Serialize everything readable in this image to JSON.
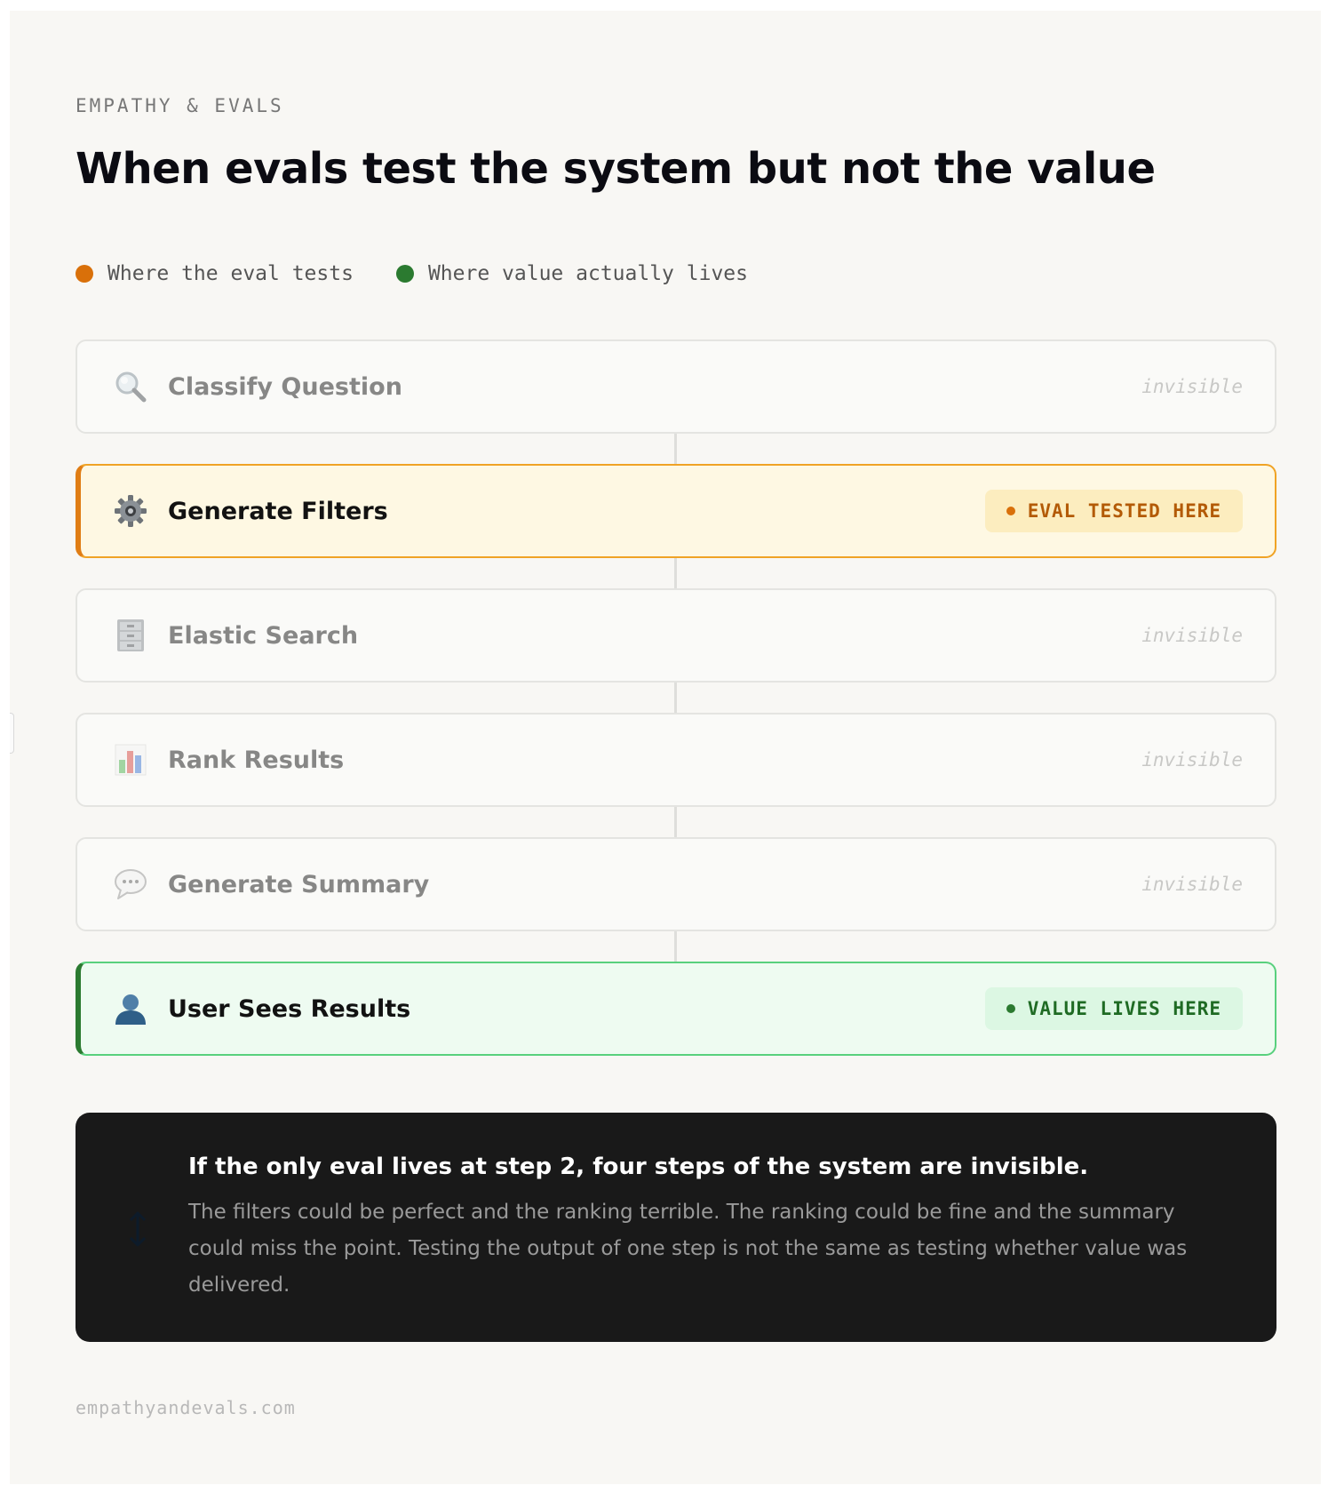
{
  "colors": {
    "eval_accent": "#e07d14",
    "value_accent": "#2b7a30",
    "eval_bg": "#fef8e3",
    "value_bg": "#eefbf1",
    "callout_bg": "#191919"
  },
  "header": {
    "eyebrow": "EMPATHY & EVALS",
    "title": "When evals test the system but not the value"
  },
  "legend": [
    {
      "label": "Where the eval tests",
      "color": "#d9700a"
    },
    {
      "label": "Where value actually lives",
      "color": "#2b7a30"
    }
  ],
  "steps": [
    {
      "icon": "magnifier-icon",
      "label": "Classify Question",
      "status": "invisible"
    },
    {
      "icon": "gear-icon",
      "label": "Generate Filters",
      "badge": "EVAL TESTED HERE"
    },
    {
      "icon": "file-cabinet-icon",
      "label": "Elastic Search",
      "status": "invisible"
    },
    {
      "icon": "bar-chart-icon",
      "label": "Rank Results",
      "status": "invisible"
    },
    {
      "icon": "speech-bubble-icon",
      "label": "Generate Summary",
      "status": "invisible"
    },
    {
      "icon": "user-icon",
      "label": "User Sees Results",
      "badge": "VALUE LIVES HERE"
    }
  ],
  "callout": {
    "icon": "up-down-arrow-icon",
    "heading": "If the only eval lives at step 2, four steps of the system are invisible.",
    "body": "The filters could be perfect and the ranking terrible. The ranking could be fine and the summary could miss the point. Testing the output of one step is not the same as testing whether value was delivered."
  },
  "footer": {
    "site": "empathyandevals.com"
  }
}
